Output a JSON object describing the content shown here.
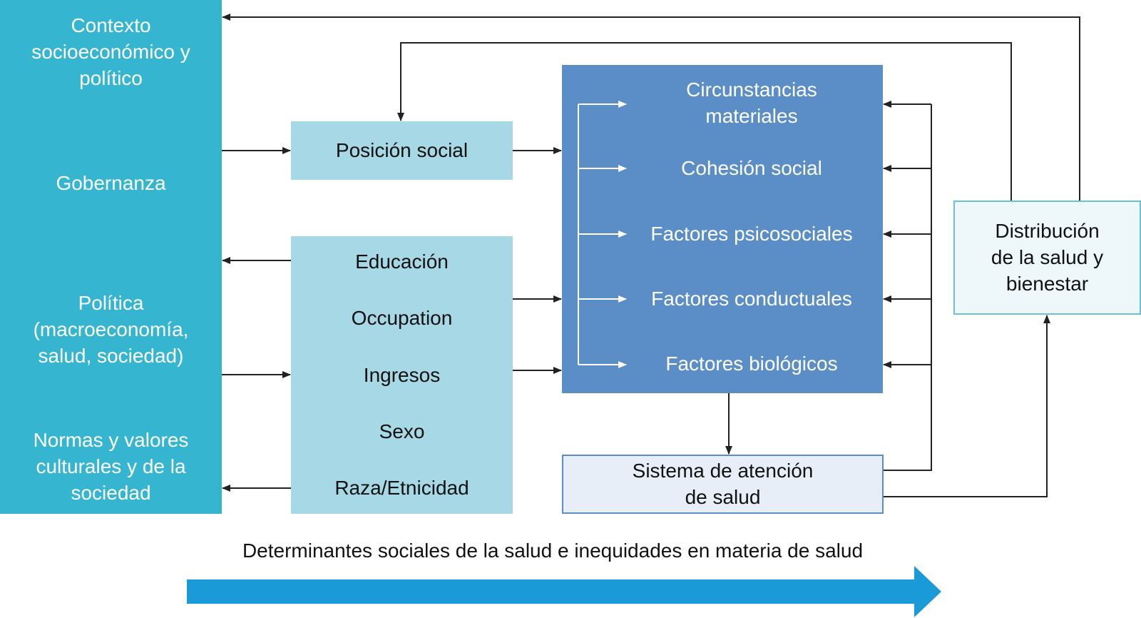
{
  "context": {
    "socioeconomic": "Contexto\nsocioeconómico y\npolítico",
    "governance": "Gobernanza",
    "policy": "Política\n(macroeconomía,\nsalud, sociedad)",
    "norms": "Normas y valores\nculturales y de la\nsociedad"
  },
  "social_position": "Posición social",
  "stratifiers": [
    "Educación",
    "Occupation",
    "Ingresos",
    "Sexo",
    "Raza/Etnicidad"
  ],
  "intermediary": [
    "Circunstancias\nmateriales",
    "Cohesión social",
    "Factores psicosociales",
    "Factores conductuales",
    "Factores biológicos"
  ],
  "health_system": "Sistema de atención\nde salud",
  "distribution": "Distribución\nde la salud y\nbienestar",
  "footer": "Determinantes sociales de la salud e inequidades en materia de salud",
  "colors": {
    "context": "#35b5d0",
    "stratifier": "#a6d8e5",
    "intermediary": "#5b8ec6",
    "health_system": "#e7eef8",
    "distribution": "#eef8fb",
    "big_arrow": "#1a9ad6"
  }
}
